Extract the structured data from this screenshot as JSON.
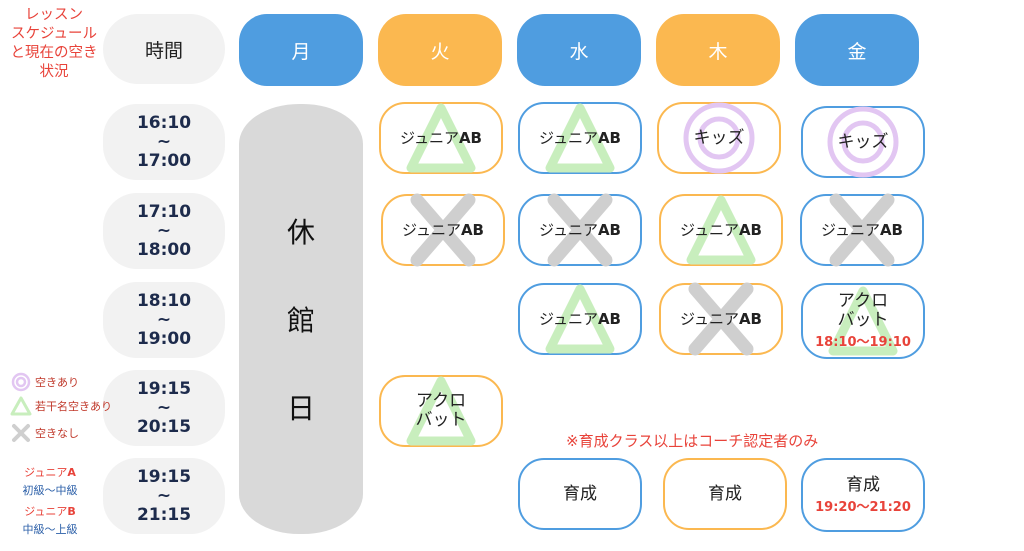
{
  "title": "レッスン\nスケジュール\nと現在の空き\n状況",
  "header": {
    "time_label": "時間",
    "days": [
      {
        "label": "月",
        "color": "#4f9de0"
      },
      {
        "label": "火",
        "color": "#fbb850"
      },
      {
        "label": "水",
        "color": "#4f9de0"
      },
      {
        "label": "木",
        "color": "#fbb850"
      },
      {
        "label": "金",
        "color": "#4f9de0"
      }
    ]
  },
  "times": [
    {
      "start": "16:10",
      "sep": "~",
      "end": "17:00"
    },
    {
      "start": "17:10",
      "sep": "~",
      "end": "18:00"
    },
    {
      "start": "18:10",
      "sep": "~",
      "end": "19:00"
    },
    {
      "start": "19:15",
      "sep": "~",
      "end": "20:15"
    },
    {
      "start": "19:15",
      "sep": "~",
      "end": "21:15"
    }
  ],
  "closed_day": [
    "休",
    "館",
    "日"
  ],
  "lessons": {
    "tue_1": {
      "text": "ジュニア",
      "suffix": "AB",
      "status": "triangle"
    },
    "wed_1": {
      "text": "ジュニア",
      "suffix": "AB",
      "status": "triangle"
    },
    "thu_1": {
      "text": "キッズ",
      "status": "circle"
    },
    "fri_1": {
      "text": "キッズ",
      "status": "circle"
    },
    "tue_2": {
      "text": "ジュニア",
      "suffix": "AB",
      "status": "cross"
    },
    "wed_2": {
      "text": "ジュニア",
      "suffix": "AB",
      "status": "cross"
    },
    "thu_2": {
      "text": "ジュニア",
      "suffix": "AB",
      "status": "triangle"
    },
    "fri_2": {
      "text": "ジュニア",
      "suffix": "AB",
      "status": "cross"
    },
    "wed_3": {
      "text": "ジュニア",
      "suffix": "AB",
      "status": "triangle"
    },
    "thu_3": {
      "text": "ジュニア",
      "suffix": "AB",
      "status": "cross"
    },
    "fri_3": {
      "line1": "アクロ",
      "line2": "バット",
      "sub": "18:10〜19:10",
      "status": "triangle"
    },
    "tue_4": {
      "line1": "アクロ",
      "line2": "バット",
      "status": "triangle"
    },
    "wed_5": {
      "text": "育成"
    },
    "thu_5": {
      "text": "育成"
    },
    "fri_5": {
      "text": "育成",
      "sub": "19:20〜21:20"
    }
  },
  "note": "※育成クラス以上はコーチ認定者のみ",
  "legend": [
    {
      "symbol": "circle-icon",
      "label": "空きあり"
    },
    {
      "symbol": "triangle-icon",
      "label": "若干名空きあり"
    },
    {
      "symbol": "cross-icon",
      "label": "空きなし"
    }
  ],
  "levels": [
    {
      "name": "ジュニア",
      "code": "A",
      "range": "初級〜中級"
    },
    {
      "name": "ジュニア",
      "code": "B",
      "range": "中級〜上級"
    }
  ],
  "colors": {
    "accent_red": "#e8433a",
    "blue": "#4f9de0",
    "orange": "#fbb850",
    "triangle": "#c8eebd",
    "cross": "#cfcfcf",
    "circle": "#e2c6f2"
  }
}
